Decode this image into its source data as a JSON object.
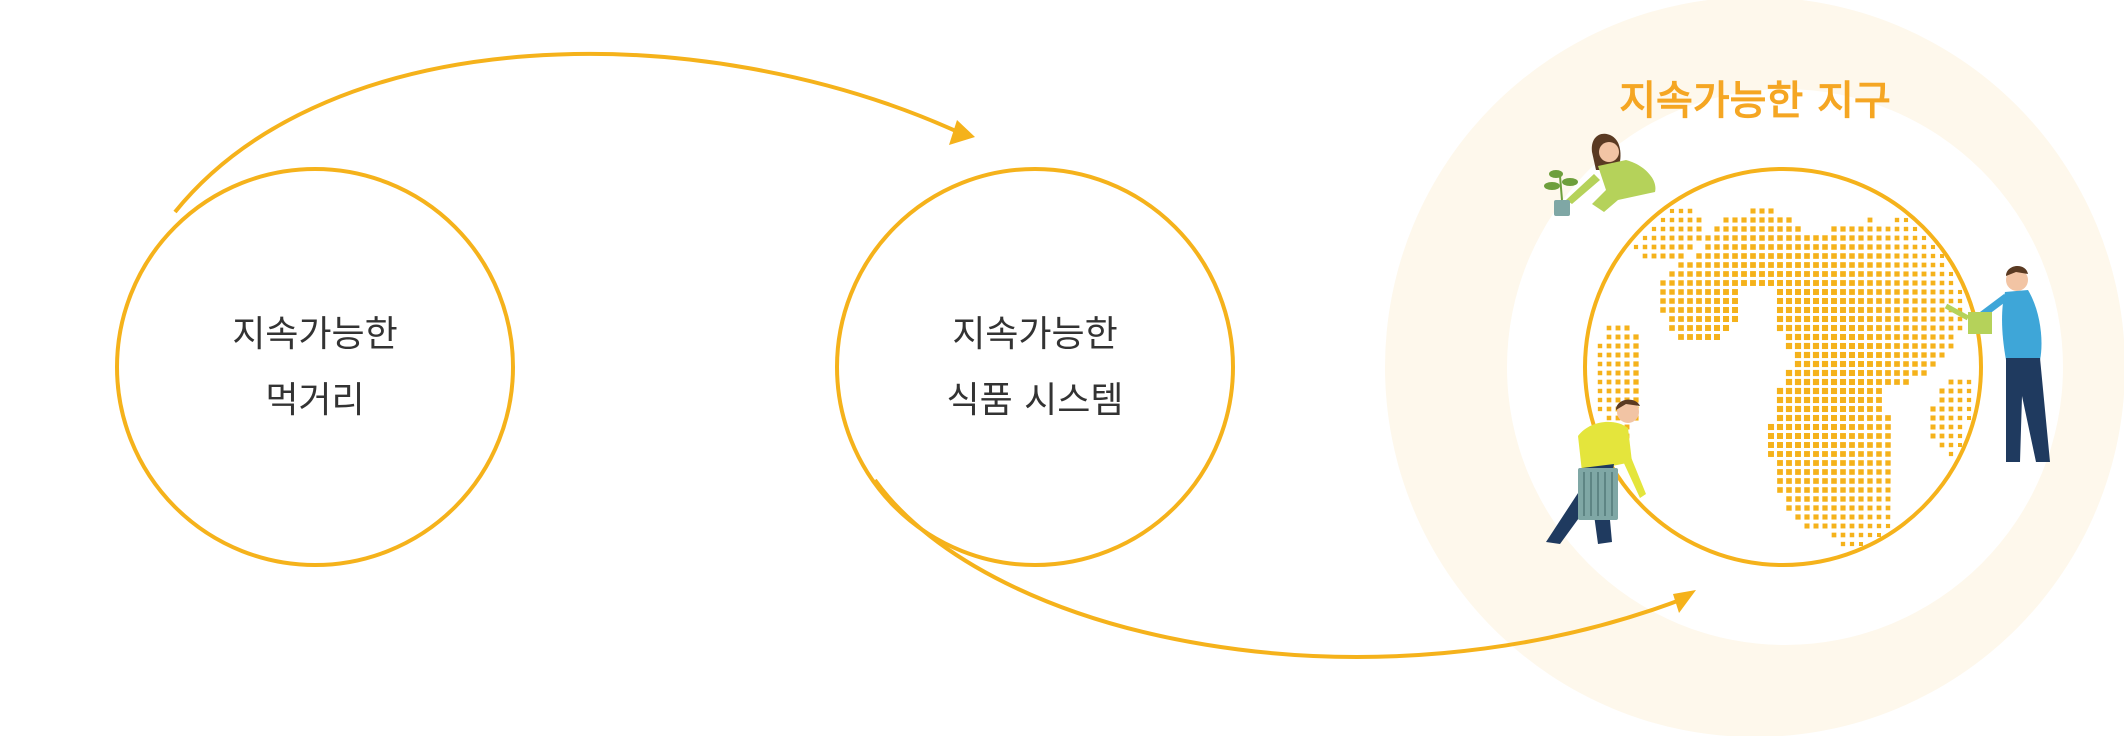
{
  "nodes": {
    "food": {
      "lines": [
        "지속가능한",
        "먹거리"
      ]
    },
    "system": {
      "lines": [
        "지속가능한",
        "식품 시스템"
      ]
    },
    "earth": {
      "title": "지속가능한 지구"
    }
  },
  "illustration": {
    "people": [
      "woman-holding-plant",
      "man-with-watering-can",
      "man-carrying-crate"
    ],
    "subject": "dotted-world-map-globe"
  },
  "colors": {
    "accent": "#F5B21B",
    "title": "#F5A623",
    "halo": "#FEF8EC",
    "text": "#333333",
    "woman_shirt": "#B5D25A",
    "man_shirt_blue": "#3EA6D8",
    "man_shirt_yellow": "#E4E53C",
    "pants": "#1F3A5F",
    "crate": "#7FA7A5",
    "hair": "#5A3A22",
    "skin": "#F2C4A4"
  }
}
